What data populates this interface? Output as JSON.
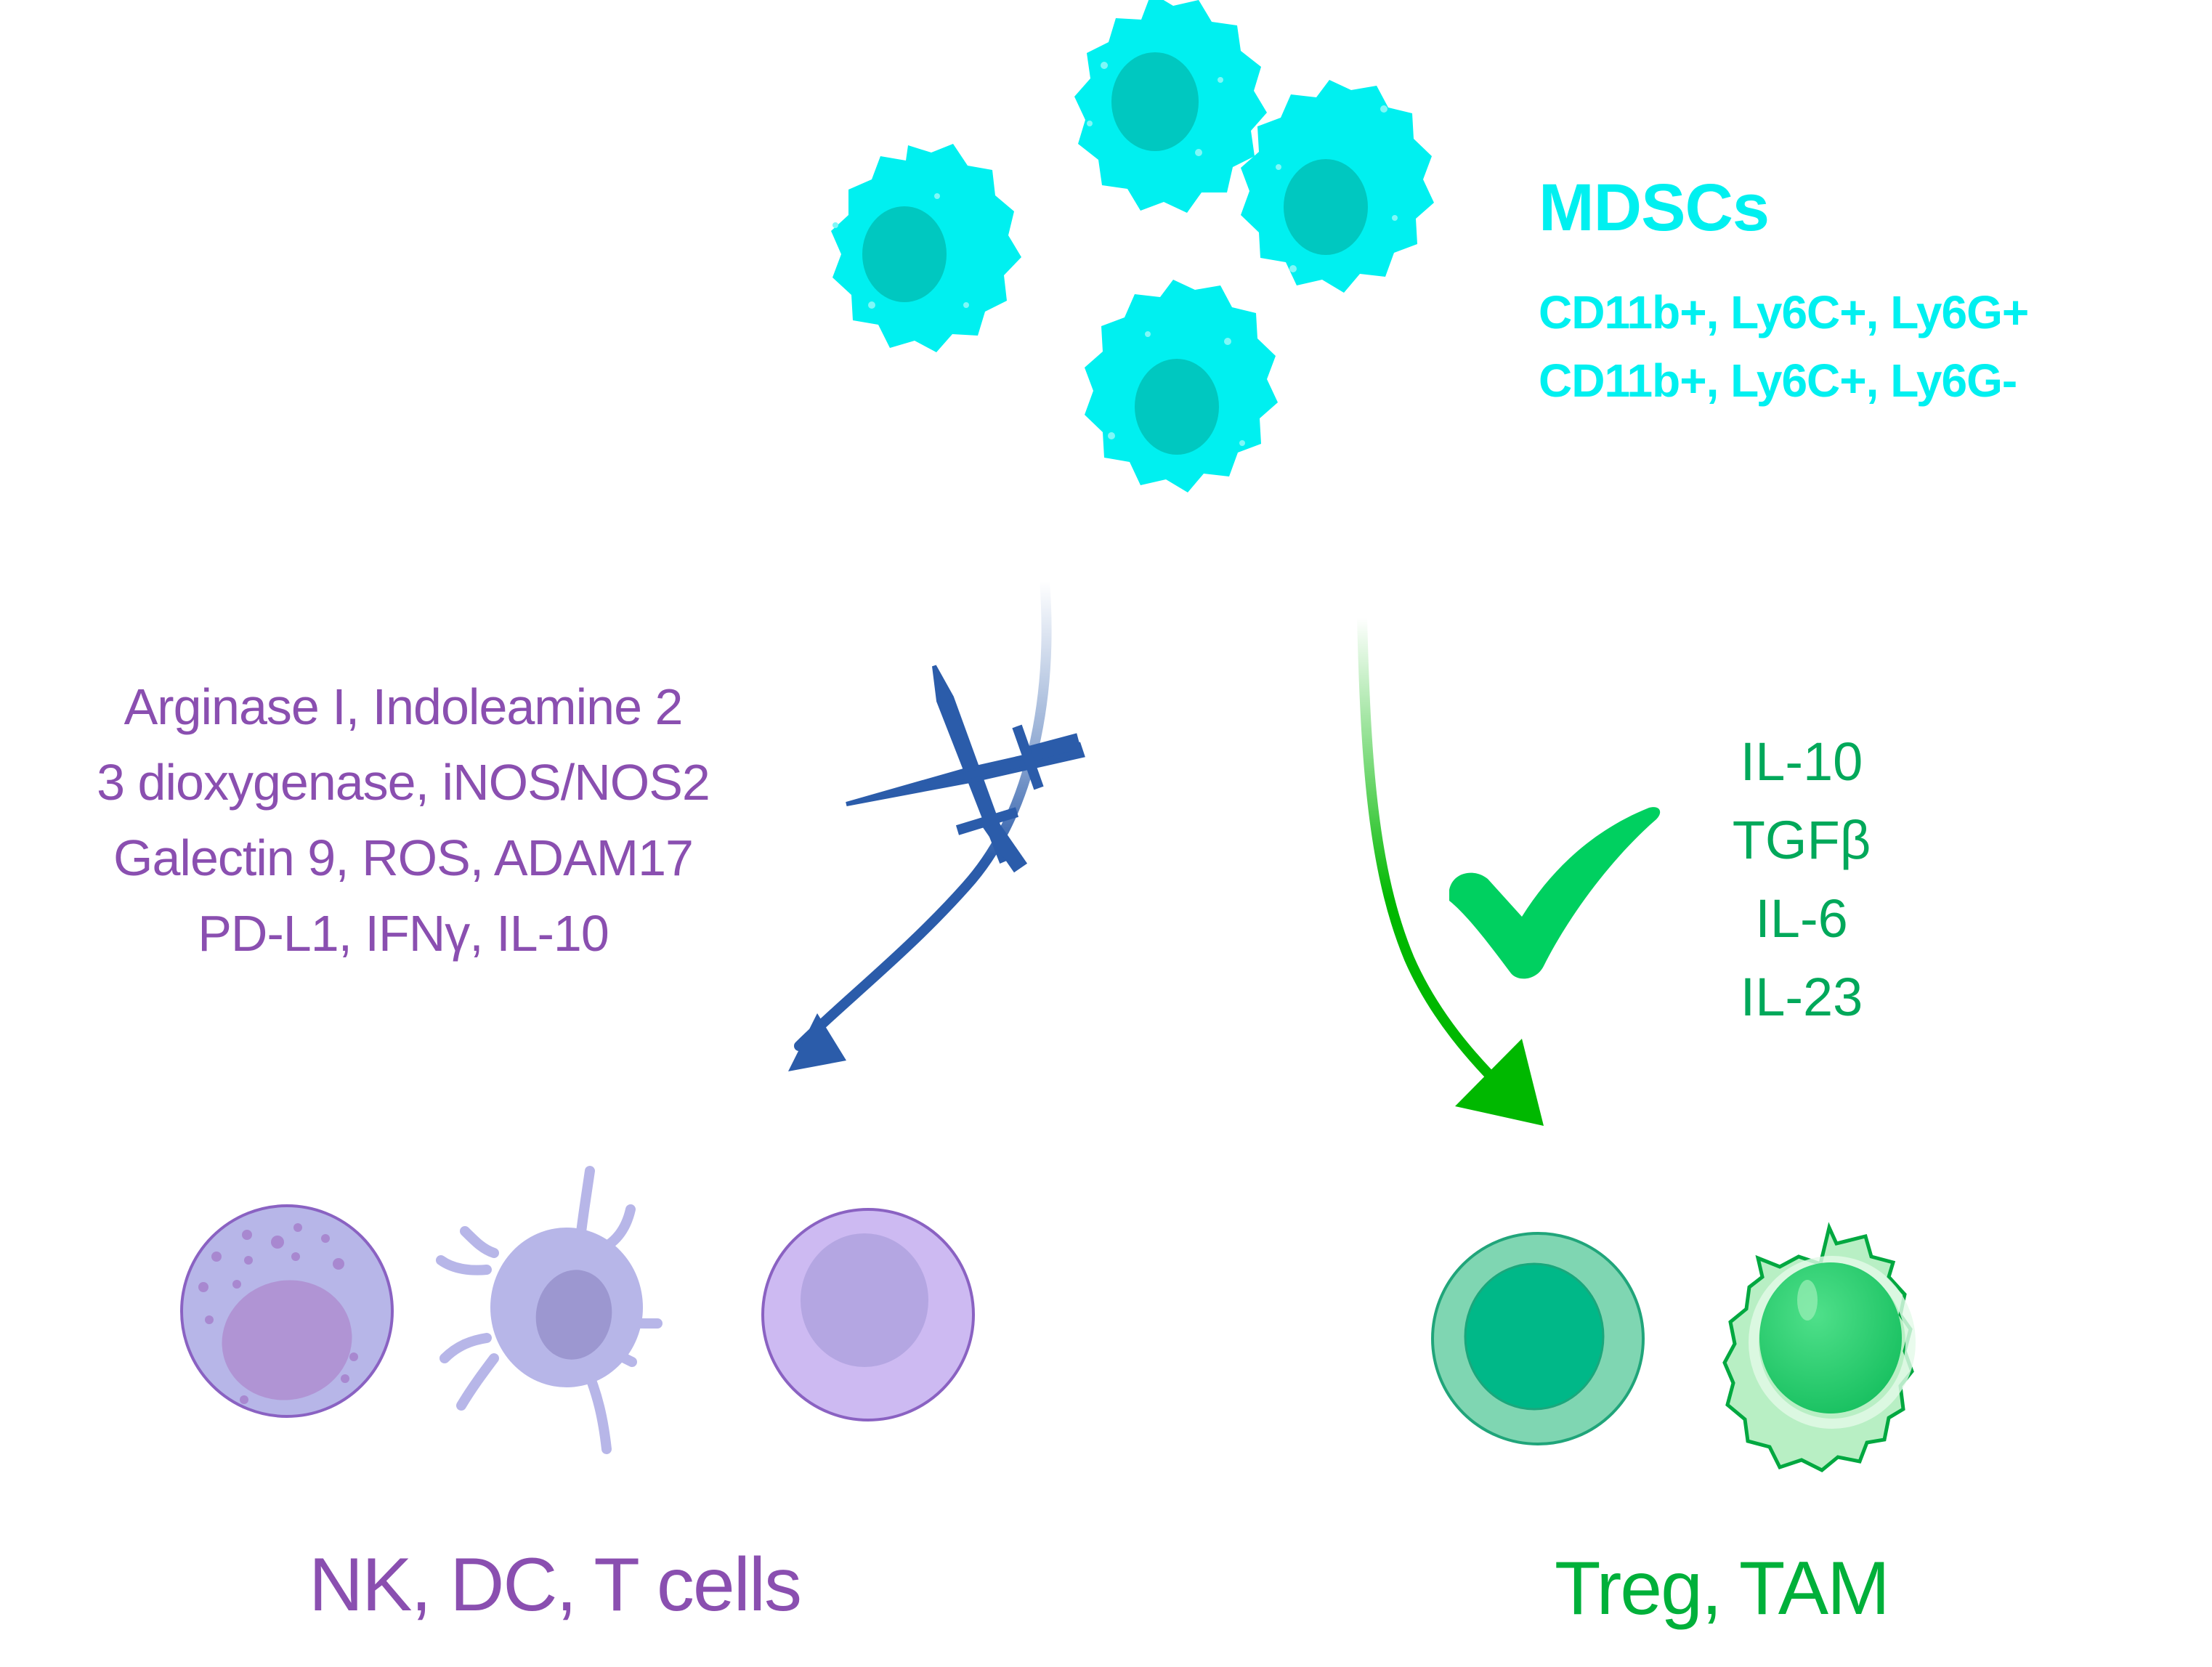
{
  "figure": {
    "source_population": {
      "title": "MDSCs",
      "markers": [
        "CD11b+, Ly6C+, Ly6G+",
        "CD11b+, Ly6C+, Ly6G-"
      ],
      "color": "#00f0f0",
      "nucleus_color": "#00c8c0"
    },
    "inhibition_pathway": {
      "mediators": [
        "Arginase I, Indoleamine 2",
        "3 dioxygenase, iNOS/NOS2",
        "Galectin 9, ROS, ADAM17",
        "PD-L1, IFNγ, IL-10"
      ],
      "text_color": "#8a4fb0",
      "arrow_color": "#2b5caa",
      "symbol": "crossed-swords-icon",
      "target_label": "NK, DC, T cells",
      "target_cells": [
        "NK cell",
        "Dendritic cell",
        "T cell"
      ]
    },
    "promotion_pathway": {
      "mediators": [
        "IL-10",
        "TGFβ",
        "IL-6",
        "IL-23"
      ],
      "text_color": "#00a85a",
      "arrow_color": "#00b800",
      "symbol": "checkmark-icon",
      "symbol_color": "#00d060",
      "target_label": "Treg, TAM",
      "target_label_color": "#00b03a",
      "target_cells": [
        "Treg",
        "TAM"
      ]
    }
  }
}
